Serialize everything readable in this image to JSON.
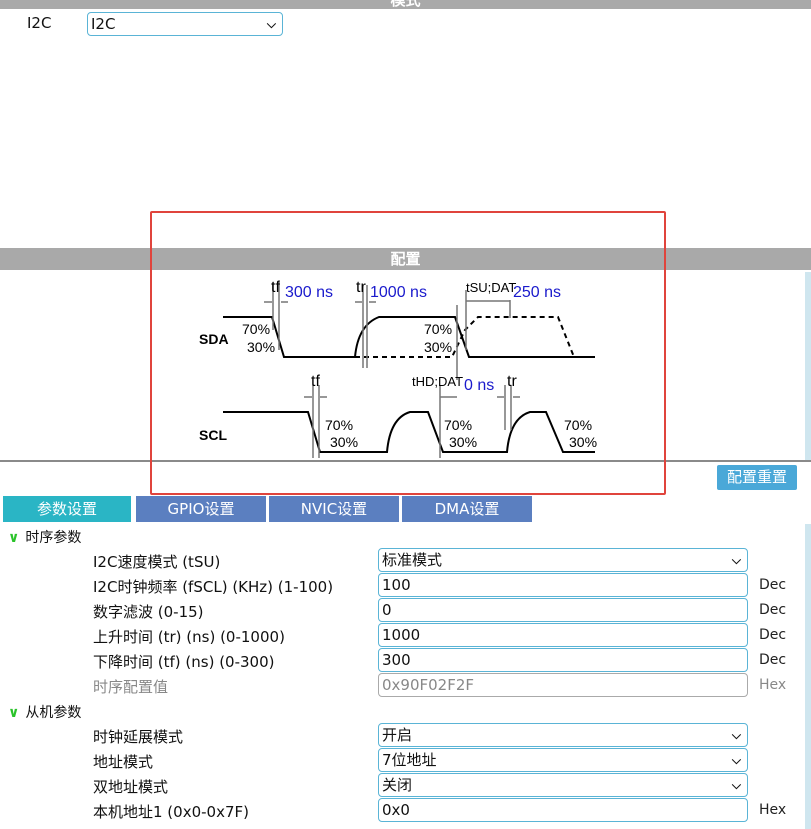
{
  "mode_header": "模式",
  "mode": {
    "label": "I2C",
    "value": "I2C"
  },
  "config_header": "配置",
  "diagram": {
    "sda": "SDA",
    "scl": "SCL",
    "tf": "tf",
    "tr": "tr",
    "tsu": "tSU;DAT",
    "thd": "tHD;DAT",
    "tf_val": "300 ns",
    "tr_val": "1000 ns",
    "tsu_val": "250 ns",
    "thd_val": "0 ns",
    "p70": "70%",
    "p30": "30%"
  },
  "reset_button": "配置重置",
  "tabs": [
    "参数设置",
    "GPIO设置",
    "NVIC设置",
    "DMA设置"
  ],
  "sections": [
    {
      "title": "时序参数",
      "rows": [
        {
          "label": "I2C速度模式 (tSU)",
          "value": "标准模式",
          "type": "select",
          "unit": ""
        },
        {
          "label": "I2C时钟频率 (fSCL) (KHz) (1-100)",
          "value": "100",
          "type": "input",
          "unit": "Dec"
        },
        {
          "label": "数字滤波 (0-15)",
          "value": "0",
          "type": "input",
          "unit": "Dec"
        },
        {
          "label": "上升时间 (tr) (ns) (0-1000)",
          "value": "1000",
          "type": "input",
          "unit": "Dec"
        },
        {
          "label": "下降时间 (tf) (ns) (0-300)",
          "value": "300",
          "type": "input",
          "unit": "Dec"
        },
        {
          "label": "时序配置值",
          "value": "0x90F02F2F",
          "type": "readonly",
          "unit": "Hex"
        }
      ]
    },
    {
      "title": "从机参数",
      "rows": [
        {
          "label": "时钟延展模式",
          "value": "开启",
          "type": "select",
          "unit": ""
        },
        {
          "label": "地址模式",
          "value": "7位地址",
          "type": "select",
          "unit": ""
        },
        {
          "label": "双地址模式",
          "value": "关闭",
          "type": "select",
          "unit": ""
        },
        {
          "label": "本机地址1 (0x0-0x7F)",
          "value": "0x0",
          "type": "input",
          "unit": "Hex"
        }
      ]
    }
  ],
  "colors": {
    "accent_tab": "#2ab5c5",
    "tab": "#5b7fc0",
    "highlight": "#e0443c",
    "value_blue": "#1a1acc"
  }
}
